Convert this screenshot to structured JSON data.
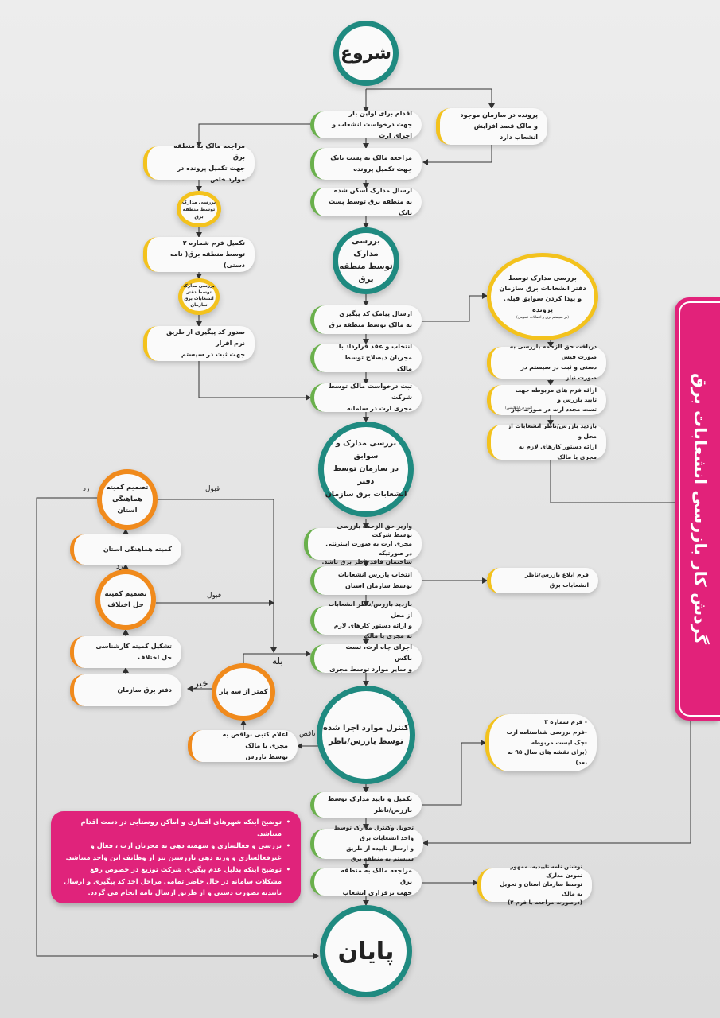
{
  "title": "گردش کار بازرسی انشعابات برق",
  "start": "شروع",
  "end": "پایان",
  "nodes": {
    "first_time": "اقدام برای اولین بار\nجهت درخواست انشعاب و اجرای ارت",
    "existing_file": "پرونده در سازمان موجود\nو مالک قصد افزایش انشعاب دارد",
    "post_bank": "مراجعه مالک به پست بانک\nجهت تکمیل پرونده",
    "send_docs": "ارسال مدارک اسکن شده\nبه منطقه برق توسط پست بانک",
    "review_region": "بررسی مدارک\nتوسط منطقه برق",
    "sms": "ارسال پیامک کد پیگیری\nبه مالک توسط منطقه برق",
    "contractor": "انتخاب و عقد قرارداد با\nمجریان ذیصلاح توسط مالک",
    "register": "ثبت درخواست مالک توسط شرکت\nمجری ارت در سامانه",
    "office_review": "بررسی مدارک توسط\nدفتر انشعابات برق سازمان\nو پیدا کردن سوابق قبلی\nپرونده",
    "office_review_note": "(در سیستم برق و اتصالات عمومی)",
    "receive_fee": "دریافت حق الزحمه بازرسی به صورت فیش\nدستی و ثبت در سیستم در صورت نیاز",
    "submit_forms": "ارائه فرم های مربوطه جهت تایید بازرس و\nتست مجدد ارت در صورت نیاز",
    "submit_forms_note": "(ثبت در اپلیکیشن)",
    "inspector_visit_r": "بازدید بازرس/ناظر انشعابات از محل و\nارائه دستور کارهای لازم به مجری یا مالک",
    "region_visit": "مراجعه مالک به منطقه برق\nجهت تکمیل پرونده در موارد خاص",
    "region_check": "بررسی مدارک\nتوسط منطقه برق",
    "form2": "تکمیل فرم شماره ۲\nتوسط منطقه برق( نامه دستی)",
    "office_check": "بررسی مدارک\nتوسط دفتر\nانشعابات برق\nسازمان",
    "issue_code": "صدور کد پیگیری از طریق نرم افزار\nجهت ثبت در سیستم",
    "org_review": "بررسی مدارک و سوابق\nدر سازمان توسط دفتر\nانشعابات برق سازمان",
    "pay_fee": "واریز حق الزحمه بازرسی توسط شرکت\nمجری ارت به صورت اینترنتی در صورتیکه\nساختمان فاقد ناظر برق باشد.",
    "select_inspector": "انتخاب بازرس انشعابات\nتوسط سازمان استان",
    "notify_form": "فرم ابلاغ بازرس/ناظر انشعابات برق",
    "inspector_visit": "بازدید بازرس/ناظر انشعابات از محل\nو ارائه دستور کارهای لازم به مجری یا مالک",
    "execute_earth": "اجرای چاه ارت، تست باکس\nو سایر موارد توسط مجری",
    "control": "کنترل موارد اجرا شده\nتوسط بازرس/ناظر",
    "forms3": "- فرم شماره ۳\n-فرم بررسی شناسنامه ارت\n-چک لیست مربوطه\n(برای نقشه های سال ۹۵ به بعد)",
    "complete_docs": "تکمیل و تایید مدارک توسط بازرس/ناظر",
    "deliver": "تحویل وکنترل مدارک توسط واحد انشعابات برق\nو ارسال تاییده از طریق سیستم به منطقه برق",
    "refer_region": "مراجعه مالک به منطقه برق\nجهت برقراری انشعاب",
    "write_letter": "نوشتن نامه تاییدیه، ممهور نمودن مدارک\nتوسط سازمان استان و تحویل به مالک\n(درصورت مراجعه با فرم ۲)",
    "written_notice": "اعلام کتبی نواقص به مجری یا مالک\nتوسط بازرس",
    "less_three": "کمتر از سه بار",
    "office_branch": "دفتر برق سازمان",
    "expert_committee": "تشکیل کمیته کارشناسی حل اختلاف",
    "resolve_decision": "تصمیم کمیته\nحل اختلاف",
    "coordination": "کمیته هماهنگی استان",
    "coord_decision": "تصمیم کمیته\nهماهنگی استان"
  },
  "labels": {
    "accept": "قبول",
    "reject": "رد",
    "yes": "بله",
    "no": "خیر",
    "incomplete": "ناقص"
  },
  "notes": [
    "توضیح اینکه شهرهای اقماری و اماکن روستایی در دست اقدام میباشد.",
    "بررسی و فعالسازی و سهمیه دهی به مجریان ارت ، فعال و غیرفعالسازی و وزنه دهی بازرسین نیز از وظایف این واحد میباشد.",
    "توضیح اینکه بدلیل عدم پیگیری شرکت توزیع در خصوص رفع مشکلات سامانه در حال حاضر تمامی مراحل اخذ کد پیگیری و ارسال تاییدیه بصورت دستی و از طریق ارسال نامه انجام می گردد."
  ],
  "colors": {
    "teal": "#1f8a80",
    "green": "#6ab04c",
    "yellow": "#f3c21d",
    "orange": "#f08a1c",
    "magenta": "#e0237b"
  }
}
